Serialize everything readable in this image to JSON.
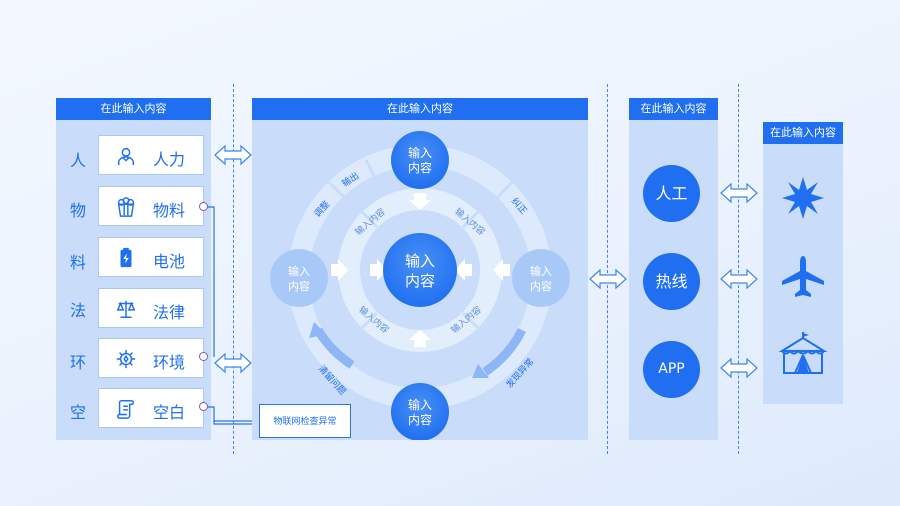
{
  "headers": {
    "left": "在此输入内容",
    "center": "在此输入内容",
    "channel": "在此输入内容",
    "right": "在此输入内容"
  },
  "categories": [
    "人",
    "物",
    "料",
    "法",
    "环",
    "空"
  ],
  "items": [
    {
      "label": "人力",
      "icon": "person-icon"
    },
    {
      "label": "物料",
      "icon": "popcorn-icon"
    },
    {
      "label": "电池",
      "icon": "battery-icon"
    },
    {
      "label": "法律",
      "icon": "scales-icon"
    },
    {
      "label": "环境",
      "icon": "virus-icon"
    },
    {
      "label": "空白",
      "icon": "scroll-icon"
    }
  ],
  "cycle": {
    "center": [
      "输入",
      "内容"
    ],
    "top": [
      "输入",
      "内容"
    ],
    "bottom": [
      "输入",
      "内容"
    ],
    "left": [
      "输入",
      "内容"
    ],
    "right": [
      "输入",
      "内容"
    ],
    "inner_labels": [
      "输入内容",
      "输入内容",
      "输入内容",
      "输入内容"
    ],
    "ring_labels": {
      "top_left_a": "调整",
      "top_left_b": "输出",
      "top_right": "纠正",
      "bottom_left": "清留问题",
      "bottom_right": "发现异常"
    }
  },
  "iot_box": "物联网检查异常",
  "channels": [
    "人工",
    "热线",
    "APP"
  ],
  "right_icons": [
    "burst-icon",
    "airplane-icon",
    "tent-icon"
  ],
  "colors": {
    "primary": "#1f6ff0",
    "panel": "#c9ddfa",
    "ring": "#e3eefd",
    "accent_dot": "#7b5cc4"
  }
}
